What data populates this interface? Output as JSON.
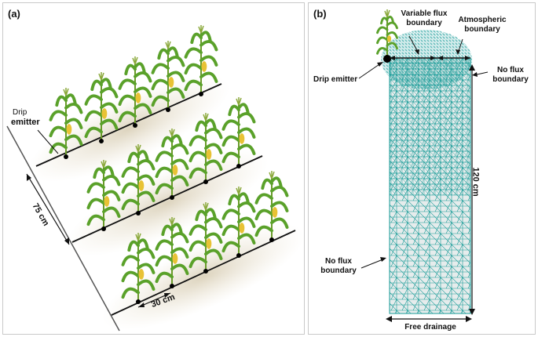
{
  "panel_a": {
    "label": "(a)",
    "drip_line1": "Drip",
    "drip_line2": "emitter",
    "row_spacing": "75 cm",
    "plant_spacing": "30 cm"
  },
  "panel_b": {
    "label": "(b)",
    "variable_flux": "Variable flux boundary",
    "atmospheric": "Atmospheric boundary",
    "no_flux_right": "No flux boundary",
    "drip_emitter": "Drip emitter",
    "depth": "120 cm",
    "no_flux_left": "No flux boundary",
    "free_drainage": "Free drainage"
  },
  "colors": {
    "mesh": "#149a96",
    "leaf": "#5aa12a",
    "cob": "#e8c235"
  }
}
